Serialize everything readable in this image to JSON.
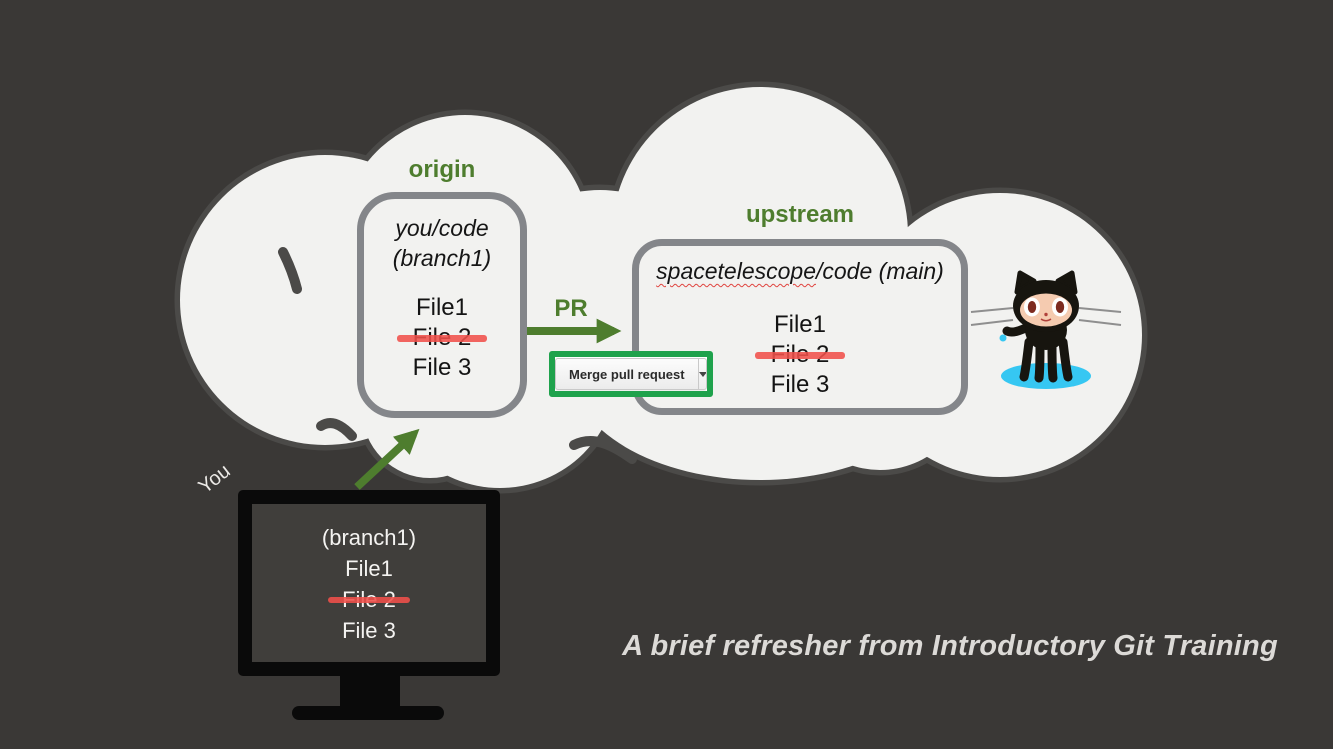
{
  "colors": {
    "background": "#3a3836",
    "cloud_fill": "#f2f2f0",
    "cloud_outline": "#4b4a48",
    "repo_box_border": "#84868a",
    "accent_green": "#4e7d2e",
    "button_frame_green": "#1fa24c",
    "strike_red": "#f0504a",
    "monitor_black": "#0a0a0a",
    "caption_text": "#dcdad7"
  },
  "labels": {
    "origin": "origin",
    "upstream": "upstream",
    "pr": "PR",
    "you": "You"
  },
  "origin_box": {
    "title_line1": "you/code",
    "title_line2": "(branch1)",
    "files": [
      {
        "label": "File1",
        "struck": false
      },
      {
        "label": "File 2",
        "struck": true
      },
      {
        "label": "File 3",
        "struck": false
      }
    ]
  },
  "upstream_box": {
    "title_squiggle": "spacetelescope",
    "title_rest": "/code (main)",
    "files": [
      {
        "label": "File1",
        "struck": false
      },
      {
        "label": "File 2",
        "struck": true
      },
      {
        "label": "File 3",
        "struck": false
      }
    ]
  },
  "merge_button": {
    "label": "Merge pull request",
    "dropdown_icon": "caret-down"
  },
  "monitor": {
    "branch_label": "(branch1)",
    "files": [
      {
        "label": "File1",
        "struck": false
      },
      {
        "label": "File 2",
        "struck": true
      },
      {
        "label": "File 3",
        "struck": false
      }
    ]
  },
  "icons": {
    "mascot": "octocat"
  },
  "caption": "A brief refresher from Introductory Git Training"
}
